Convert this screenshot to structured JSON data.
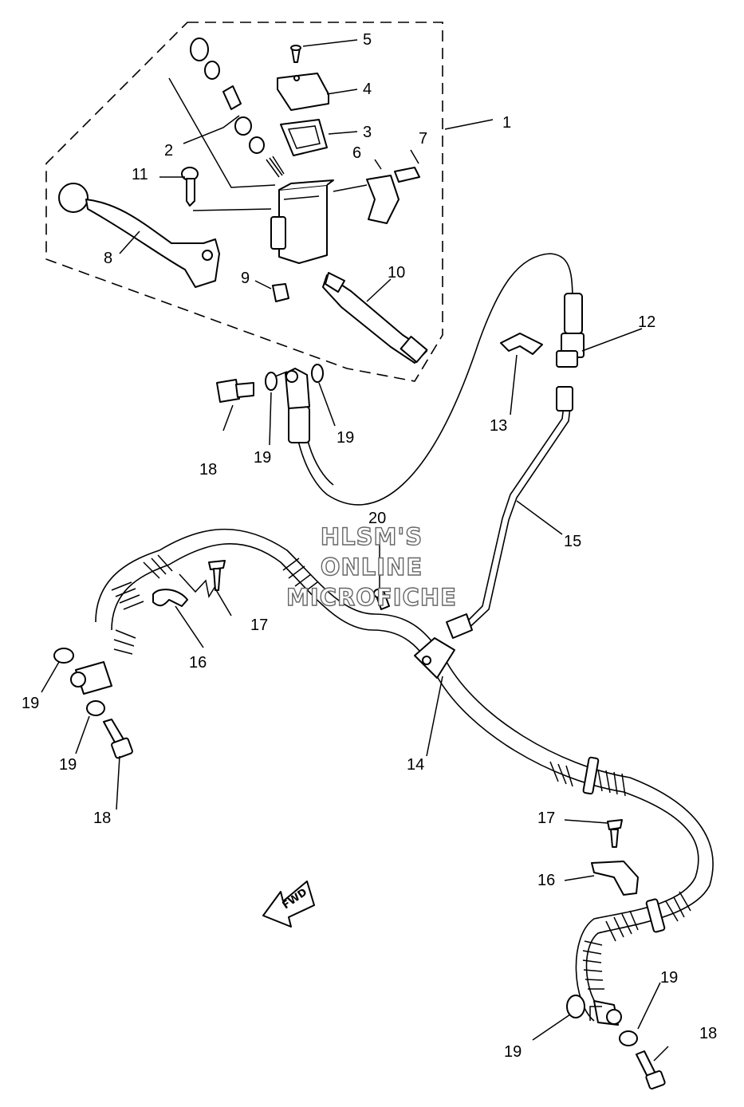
{
  "watermark": {
    "line1": "HLSM'S",
    "line2": "ONLINE",
    "line3": "MICROFICHE"
  },
  "fwd_label": "FWD",
  "callouts": [
    {
      "id": "c1",
      "label": "1"
    },
    {
      "id": "c2",
      "label": "2"
    },
    {
      "id": "c3",
      "label": "3"
    },
    {
      "id": "c4",
      "label": "4"
    },
    {
      "id": "c5",
      "label": "5"
    },
    {
      "id": "c6",
      "label": "6"
    },
    {
      "id": "c7",
      "label": "7"
    },
    {
      "id": "c8",
      "label": "8"
    },
    {
      "id": "c9",
      "label": "9"
    },
    {
      "id": "c10",
      "label": "10"
    },
    {
      "id": "c11",
      "label": "11"
    },
    {
      "id": "c12",
      "label": "12"
    },
    {
      "id": "c13",
      "label": "13"
    },
    {
      "id": "c14",
      "label": "14"
    },
    {
      "id": "c15",
      "label": "15"
    },
    {
      "id": "c16a",
      "label": "16"
    },
    {
      "id": "c16b",
      "label": "16"
    },
    {
      "id": "c17a",
      "label": "17"
    },
    {
      "id": "c17b",
      "label": "17"
    },
    {
      "id": "c18a",
      "label": "18"
    },
    {
      "id": "c18b",
      "label": "18"
    },
    {
      "id": "c18c",
      "label": "18"
    },
    {
      "id": "c19a",
      "label": "19"
    },
    {
      "id": "c19b",
      "label": "19"
    },
    {
      "id": "c19c",
      "label": "19"
    },
    {
      "id": "c19d",
      "label": "19"
    },
    {
      "id": "c19e",
      "label": "19"
    },
    {
      "id": "c19f",
      "label": "19"
    },
    {
      "id": "c20",
      "label": "20"
    }
  ]
}
